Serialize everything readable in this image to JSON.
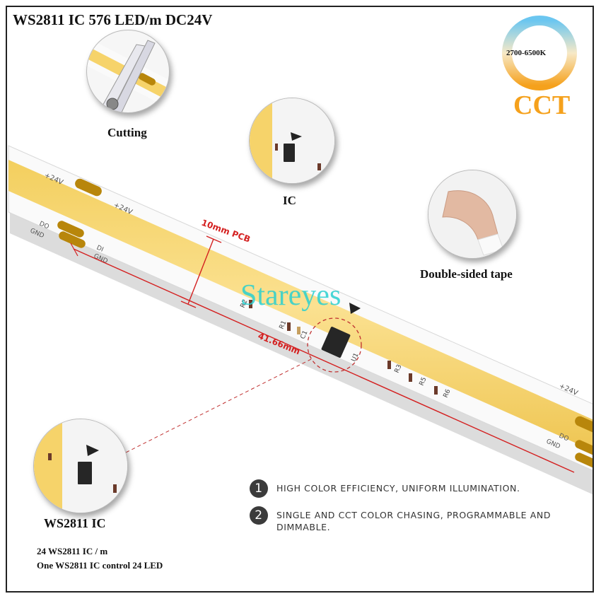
{
  "title": "WS2811 IC 576 LED/m DC24V",
  "cct": {
    "range_label": "2700-6500K",
    "label": "CCT",
    "color_warm": "#f5a11c",
    "color_cool": "#6bc6f0"
  },
  "callouts": {
    "cutting": "Cutting",
    "ic": "IC",
    "tape": "Double-sided tape",
    "ws2811": "WS2811 IC"
  },
  "strip": {
    "pcb_width_label": "10mm PCB",
    "segment_length_label": "41.66mm",
    "pad_24v": "+24V",
    "pad_do": "DO",
    "pad_di": "DI",
    "pad_gnd": "GND",
    "r1": "R1",
    "r2": "R2",
    "r3": "R3",
    "r5": "R5",
    "r6": "R6",
    "c1": "C1",
    "u1": "U1",
    "led_color": "#f6d36a",
    "pcb_color": "#fafafa",
    "dimension_color": "#d42020"
  },
  "watermark": "Stareyes",
  "features": [
    {
      "number": "1",
      "text": "HIGH COLOR EFFICIENCY, UNIFORM ILLUMINATION."
    },
    {
      "number": "2",
      "text": "SINGLE AND CCT COLOR CHASING, PROGRAMMABLE AND DIMMABLE."
    }
  ],
  "specs": {
    "line1": "24 WS2811 IC / m",
    "line2": "One WS2811 IC control  24 LED"
  }
}
